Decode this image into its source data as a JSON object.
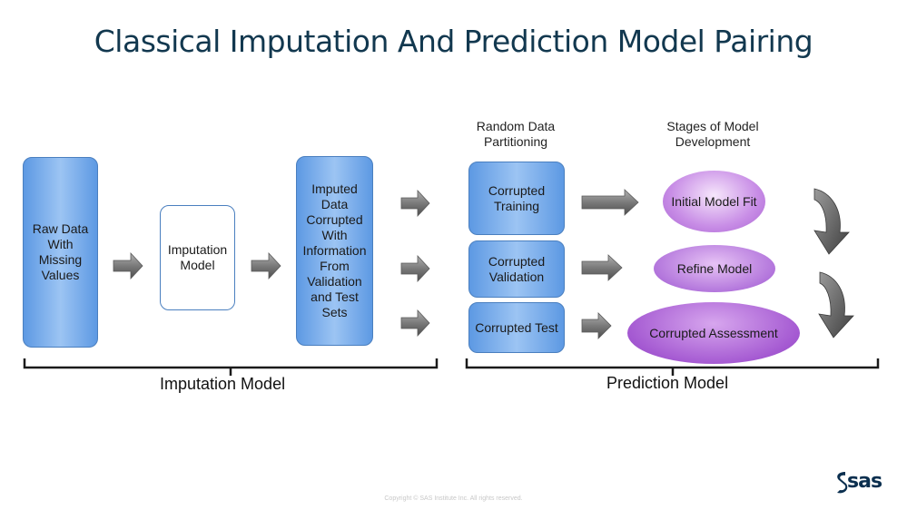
{
  "title": "Classical Imputation And Prediction Model Pairing",
  "boxes": {
    "raw_data": "Raw Data With Missing Values",
    "imputation_model": "Imputation Model",
    "imputed_data": "Imputed Data Corrupted With Information From Validation and Test Sets",
    "corrupted_training": "Corrupted Training",
    "corrupted_validation": "Corrupted Validation",
    "corrupted_test": "Corrupted Test",
    "initial_model_fit": "Initial Model Fit",
    "refine_model": "Refine Model",
    "corrupted_assessment": "Corrupted Assessment"
  },
  "headings": {
    "random_data_partitioning": "Random Data Partitioning",
    "stages_of_model_development": "Stages of Model Development"
  },
  "brackets": {
    "left_label": "Imputation Model",
    "right_label": "Prediction Model"
  },
  "footer": "Copyright © SAS Institute Inc. All rights reserved.",
  "logo": "sas",
  "colors": {
    "title": "#12384f",
    "box_blue": "#5d99e3",
    "ellipse_purple": "#a964d2",
    "arrow_gray": "#6e6e6e"
  }
}
